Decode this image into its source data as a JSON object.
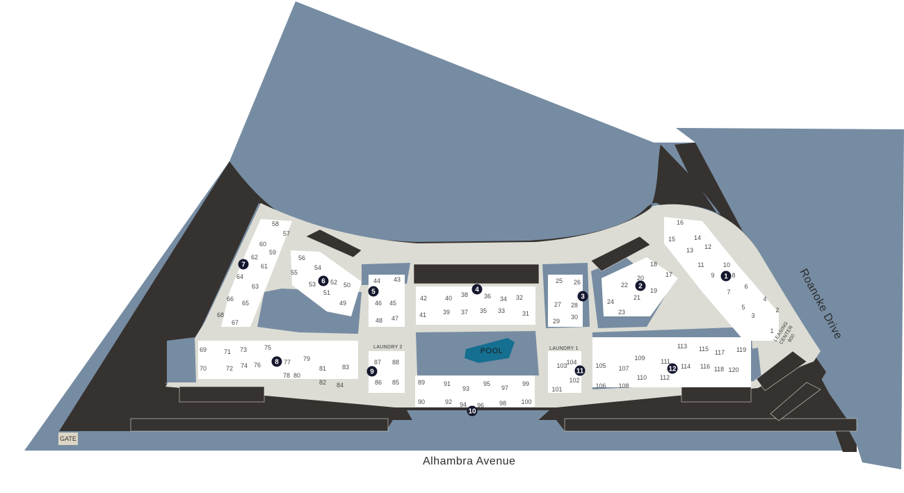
{
  "colors": {
    "water": "#768ca2",
    "road": "#363230",
    "walkway": "#dcdcd4",
    "building": "#ffffff",
    "pool": "#156f91",
    "marker": "#14172e",
    "gate": "#ddd6c6"
  },
  "labels": {
    "street_bottom": "Alhambra Avenue",
    "street_right": "Roanoke Drive",
    "pool": "POOL",
    "gate": "GATE",
    "laundry_1": "LAUNDRY 1",
    "laundry_2": "LAUNDRY 2",
    "leasing_line1": "LEASING",
    "leasing_line2": "CENTER",
    "leasing_num": "900"
  },
  "buildings": [
    "1",
    "2",
    "3",
    "4",
    "5",
    "6",
    "7",
    "8",
    "9",
    "10",
    "11",
    "12"
  ],
  "units": [
    "1",
    "2",
    "3",
    "4",
    "5",
    "6",
    "7",
    "8",
    "9",
    "10",
    "11",
    "12",
    "13",
    "14",
    "15",
    "16",
    "17",
    "18",
    "19",
    "20",
    "21",
    "22",
    "23",
    "24",
    "25",
    "26",
    "27",
    "28",
    "29",
    "30",
    "31",
    "32",
    "33",
    "34",
    "35",
    "36",
    "37",
    "38",
    "39",
    "40",
    "41",
    "42",
    "43",
    "44",
    "45",
    "46",
    "47",
    "48",
    "49",
    "50",
    "51",
    "52",
    "53",
    "54",
    "55",
    "56",
    "57",
    "58",
    "59",
    "60",
    "61",
    "62",
    "63",
    "64",
    "65",
    "66",
    "67",
    "68",
    "69",
    "70",
    "71",
    "72",
    "73",
    "74",
    "75",
    "76",
    "77",
    "78",
    "79",
    "80",
    "81",
    "82",
    "83",
    "84",
    "85",
    "86",
    "87",
    "88",
    "89",
    "90",
    "91",
    "92",
    "93",
    "94",
    "95",
    "96",
    "97",
    "98",
    "99",
    "100",
    "101",
    "102",
    "103",
    "104",
    "105",
    "106",
    "107",
    "108",
    "109",
    "110",
    "111",
    "112",
    "113",
    "114",
    "115",
    "116",
    "117",
    "118",
    "119",
    "120"
  ]
}
